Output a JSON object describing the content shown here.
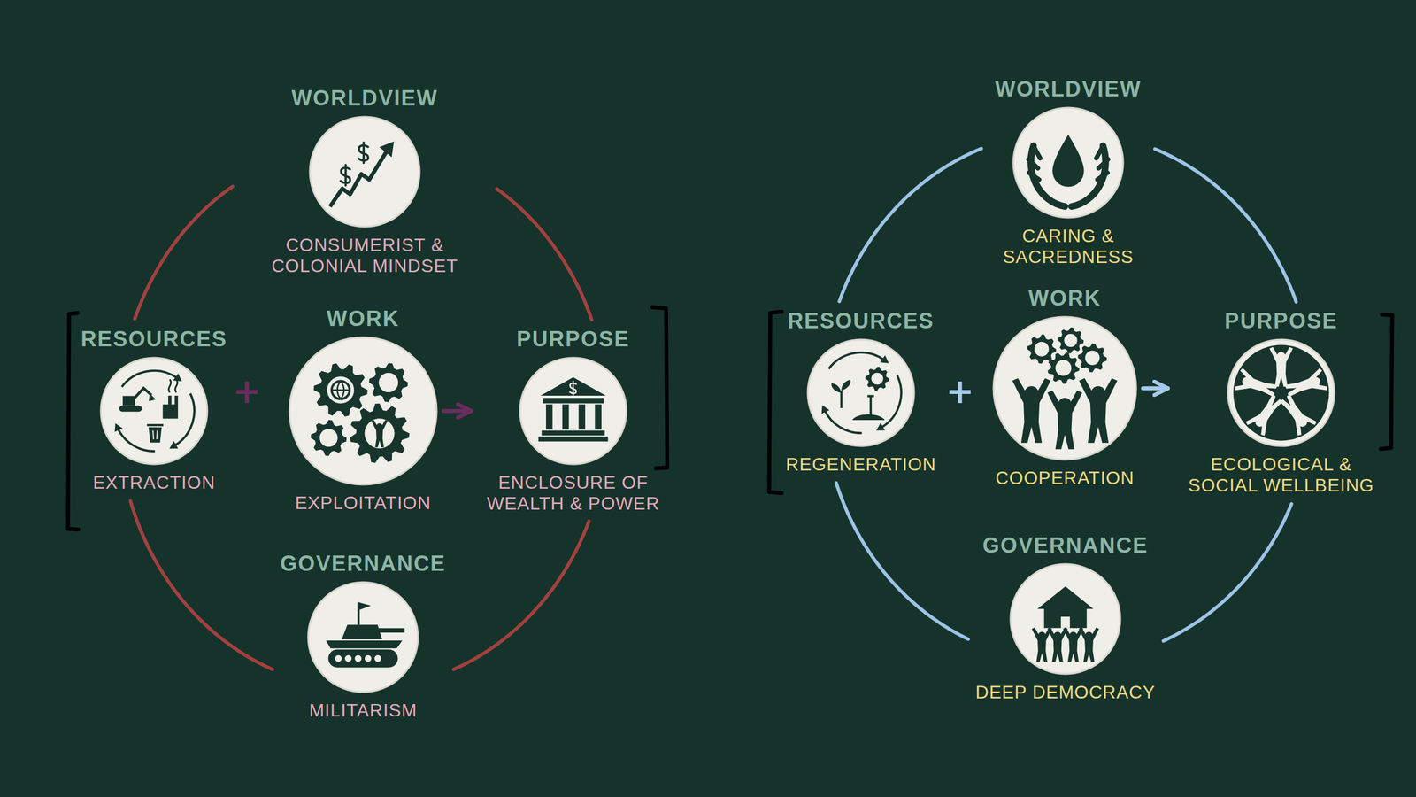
{
  "diagram": {
    "nodes": [
      {
        "text": [
          "WORLDVIEW",
          "CONSUMERIST & COLONIAL MINDSET"
        ]
      },
      {
        "text": [
          "RESOURCES",
          "EXTRACTION"
        ]
      },
      {
        "text": [
          "WORK",
          "EXPLOITATION"
        ]
      },
      {
        "text": [
          "PURPOSE",
          "ENCLOSURE OF WEALTH & POWER"
        ]
      },
      {
        "text": [
          "GOVERNANCE",
          "MILITARISM"
        ]
      },
      {
        "text": [
          "WORLDVIEW",
          "CARING & SACREDNESS"
        ]
      },
      {
        "text": [
          "RESOURCES",
          "REGENERATION"
        ]
      },
      {
        "text": [
          "WORK",
          "COOPERATION"
        ]
      },
      {
        "text": [
          "PURPOSE",
          "ECOLOGICAL & SOCIAL WELLBEING"
        ]
      },
      {
        "text": [
          "GOVERNANCE",
          "DEEP DEMOCRACY"
        ]
      }
    ],
    "edges": [
      {
        "from": 0,
        "to": 1,
        "arrow": "none"
      },
      {
        "from": 0,
        "to": 3,
        "arrow": "none"
      },
      {
        "from": 1,
        "to": 4,
        "arrow": "none"
      },
      {
        "from": 4,
        "to": 3,
        "arrow": "none"
      },
      {
        "from": 2,
        "to": 3,
        "arrow": "to"
      },
      {
        "from": 5,
        "to": 6,
        "arrow": "none"
      },
      {
        "from": 5,
        "to": 8,
        "arrow": "none"
      },
      {
        "from": 6,
        "to": 9,
        "arrow": "none"
      },
      {
        "from": 9,
        "to": 8,
        "arrow": "none"
      },
      {
        "from": 7,
        "to": 8,
        "arrow": "to"
      }
    ],
    "labels": [
      "+",
      "+"
    ]
  }
}
